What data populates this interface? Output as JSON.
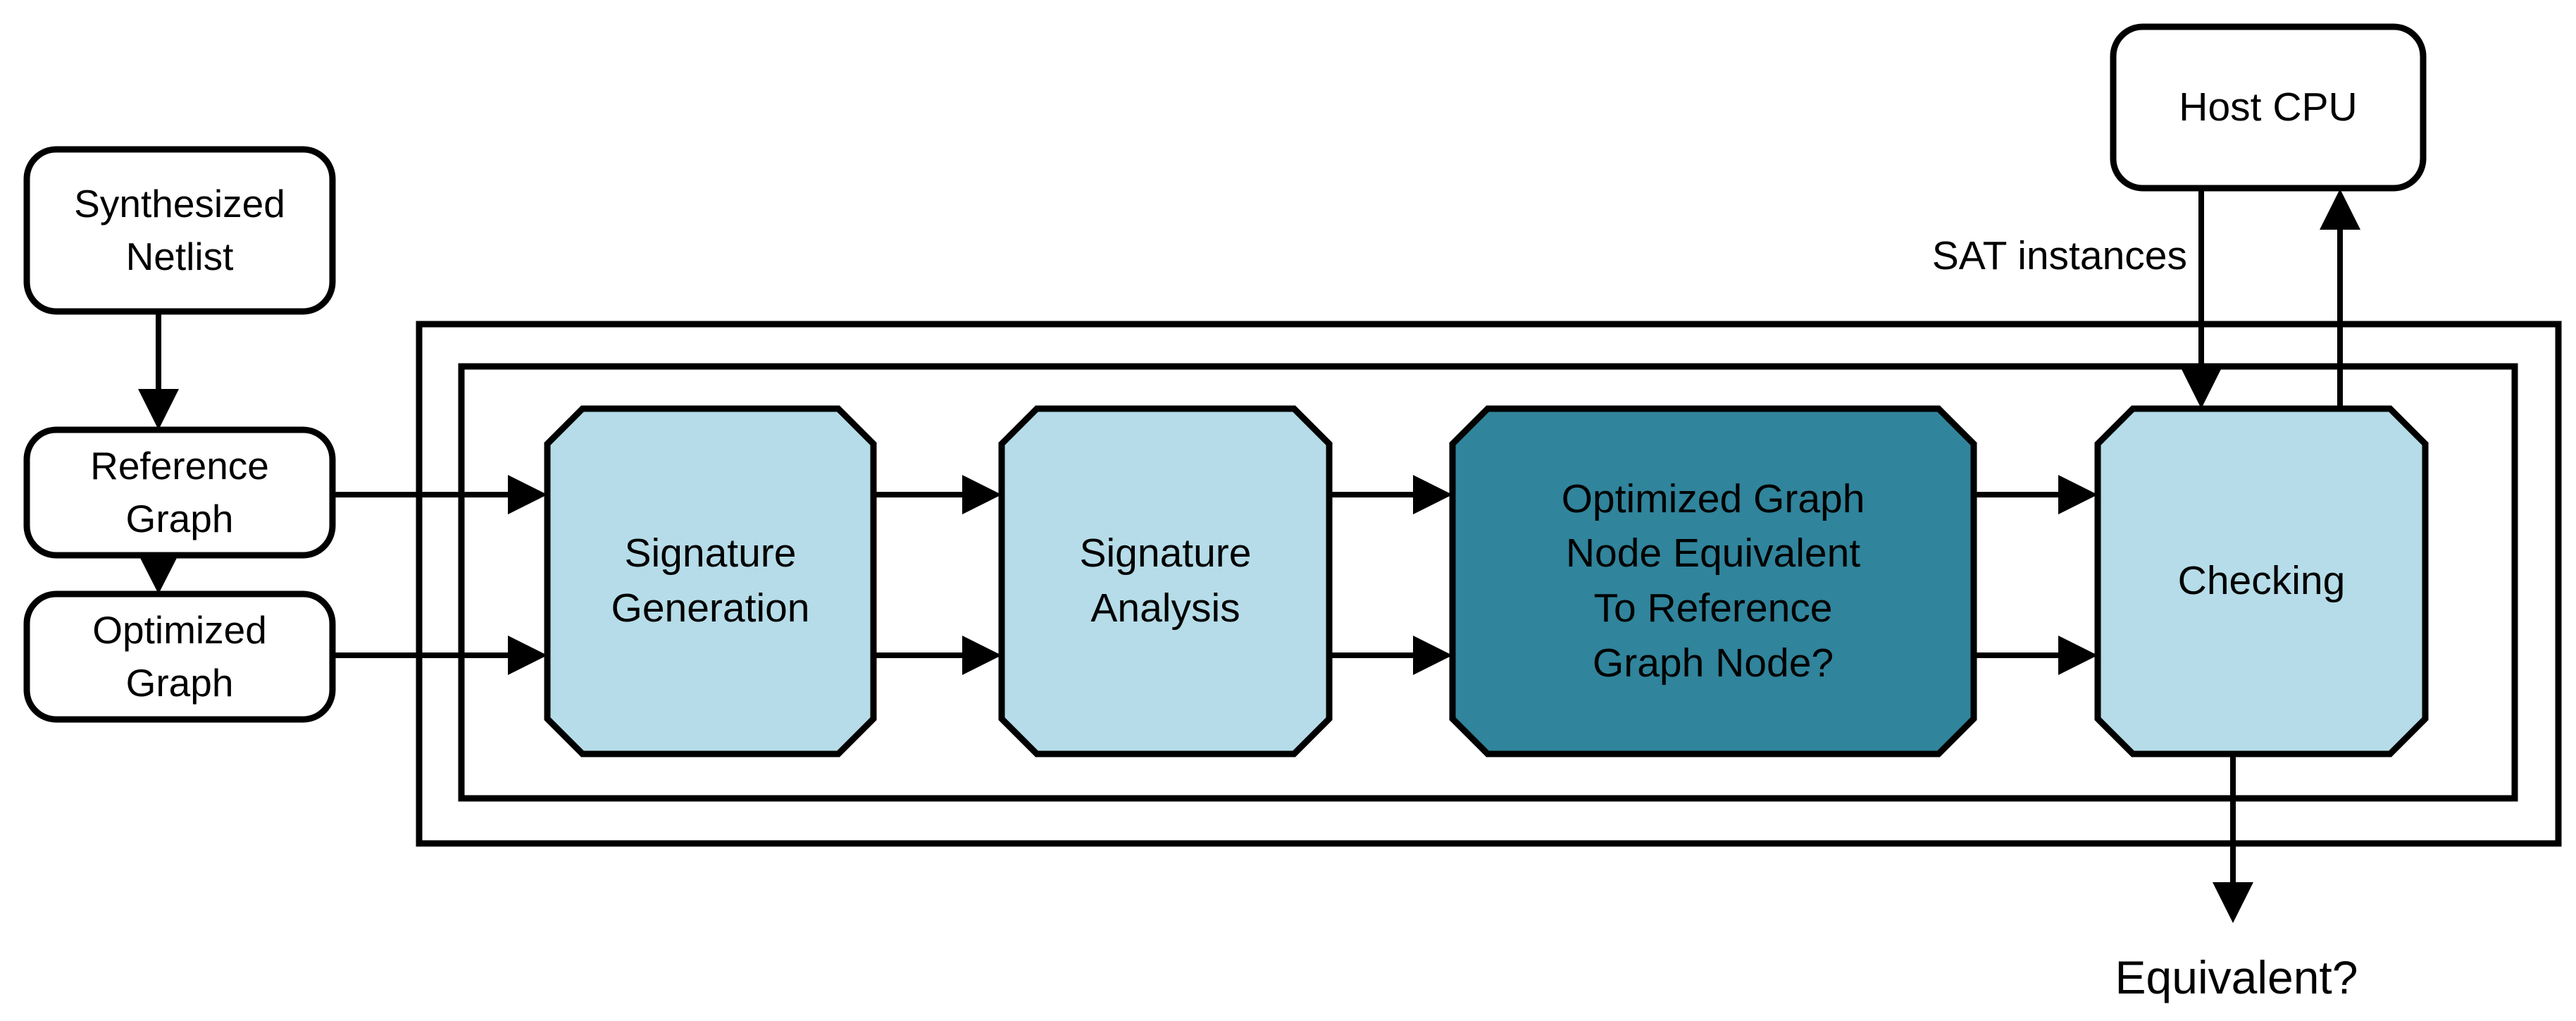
{
  "diagram": {
    "description": "Equivalence checking pipeline diagram",
    "nodes": {
      "synthesized_netlist": {
        "label": "Synthesized\nNetlist"
      },
      "reference_graph": {
        "label": "Reference\nGraph"
      },
      "optimized_graph": {
        "label": "Optimized\nGraph"
      },
      "signature_generation": {
        "label": "Signature\nGeneration"
      },
      "signature_analysis": {
        "label": "Signature\nAnalysis"
      },
      "equivalence_decision": {
        "label": "Optimized Graph\nNode Equivalent\nTo Reference\nGraph Node?"
      },
      "checking": {
        "label": "Checking"
      },
      "host_cpu": {
        "label": "Host CPU"
      }
    },
    "labels": {
      "sat_instances": "SAT instances",
      "equivalent": "Equivalent?"
    },
    "colors": {
      "node_light": "#B5DCE8",
      "node_dark": "#30849B",
      "line": "#000000",
      "box_fill": "#FFFFFF",
      "background": "#FFFFFF",
      "text": "#000000"
    }
  }
}
